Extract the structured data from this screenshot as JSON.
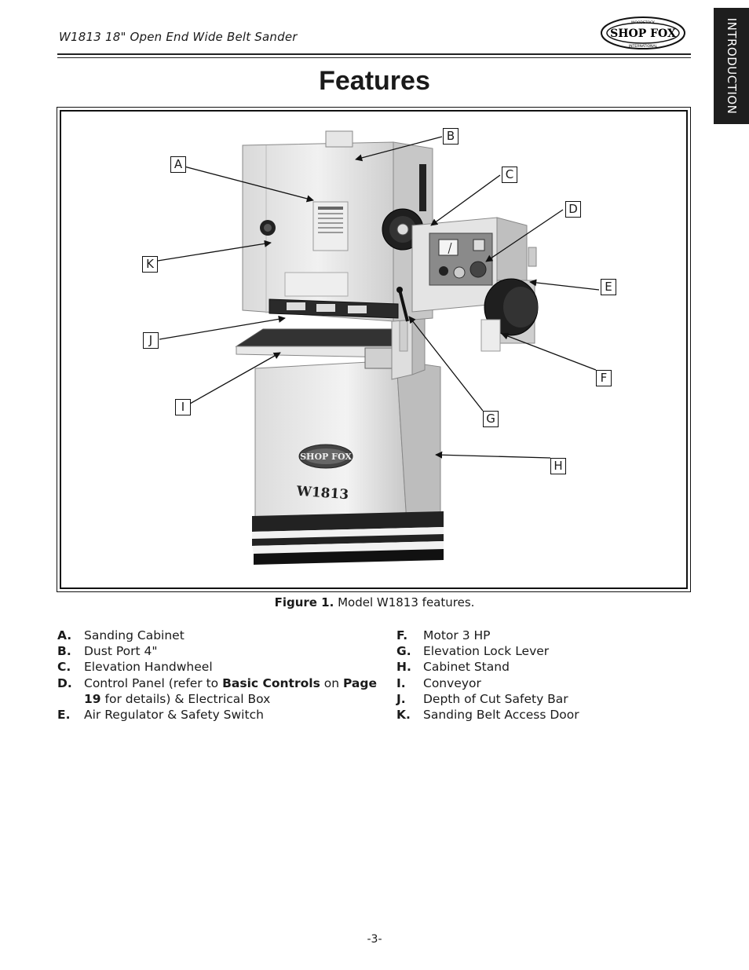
{
  "header": {
    "title": "W1813 18\" Open End Wide Belt Sander",
    "logo_text": "SHOP FOX",
    "logo_ring_top": "WOODSTOCK",
    "logo_ring_bottom": "INTERNATIONAL"
  },
  "side_tab": {
    "label": "INTRODUCTION"
  },
  "page_title": "Features",
  "figure": {
    "callouts": [
      "A",
      "B",
      "C",
      "D",
      "E",
      "F",
      "G",
      "H",
      "I",
      "J",
      "K"
    ],
    "machine_badge": "SHOP FOX",
    "machine_model": "W1813",
    "caption_label": "Figure 1.",
    "caption_text": " Model W1813 features."
  },
  "features_left": [
    {
      "letter": "A.",
      "text": "Sanding Cabinet"
    },
    {
      "letter": "B.",
      "text": "Dust Port 4\""
    },
    {
      "letter": "C.",
      "text": "Elevation Handwheel"
    },
    {
      "letter": "D.",
      "text_pre": "Control Panel (refer to ",
      "bold1": "Basic Controls",
      "text_mid": " on ",
      "bold2": "Page 19",
      "text_post": " for details) & Electrical Box"
    },
    {
      "letter": "E.",
      "text": "Air Regulator & Safety Switch"
    }
  ],
  "features_right": [
    {
      "letter": "F.",
      "text": "Motor 3 HP"
    },
    {
      "letter": "G.",
      "text": "Elevation Lock Lever"
    },
    {
      "letter": "H.",
      "text": "Cabinet Stand"
    },
    {
      "letter": "I.",
      "text": "Conveyor"
    },
    {
      "letter": "J.",
      "text": "Depth of Cut Safety Bar"
    },
    {
      "letter": "K.",
      "text": "Sanding Belt Access Door"
    }
  ],
  "page_number": "-3-"
}
